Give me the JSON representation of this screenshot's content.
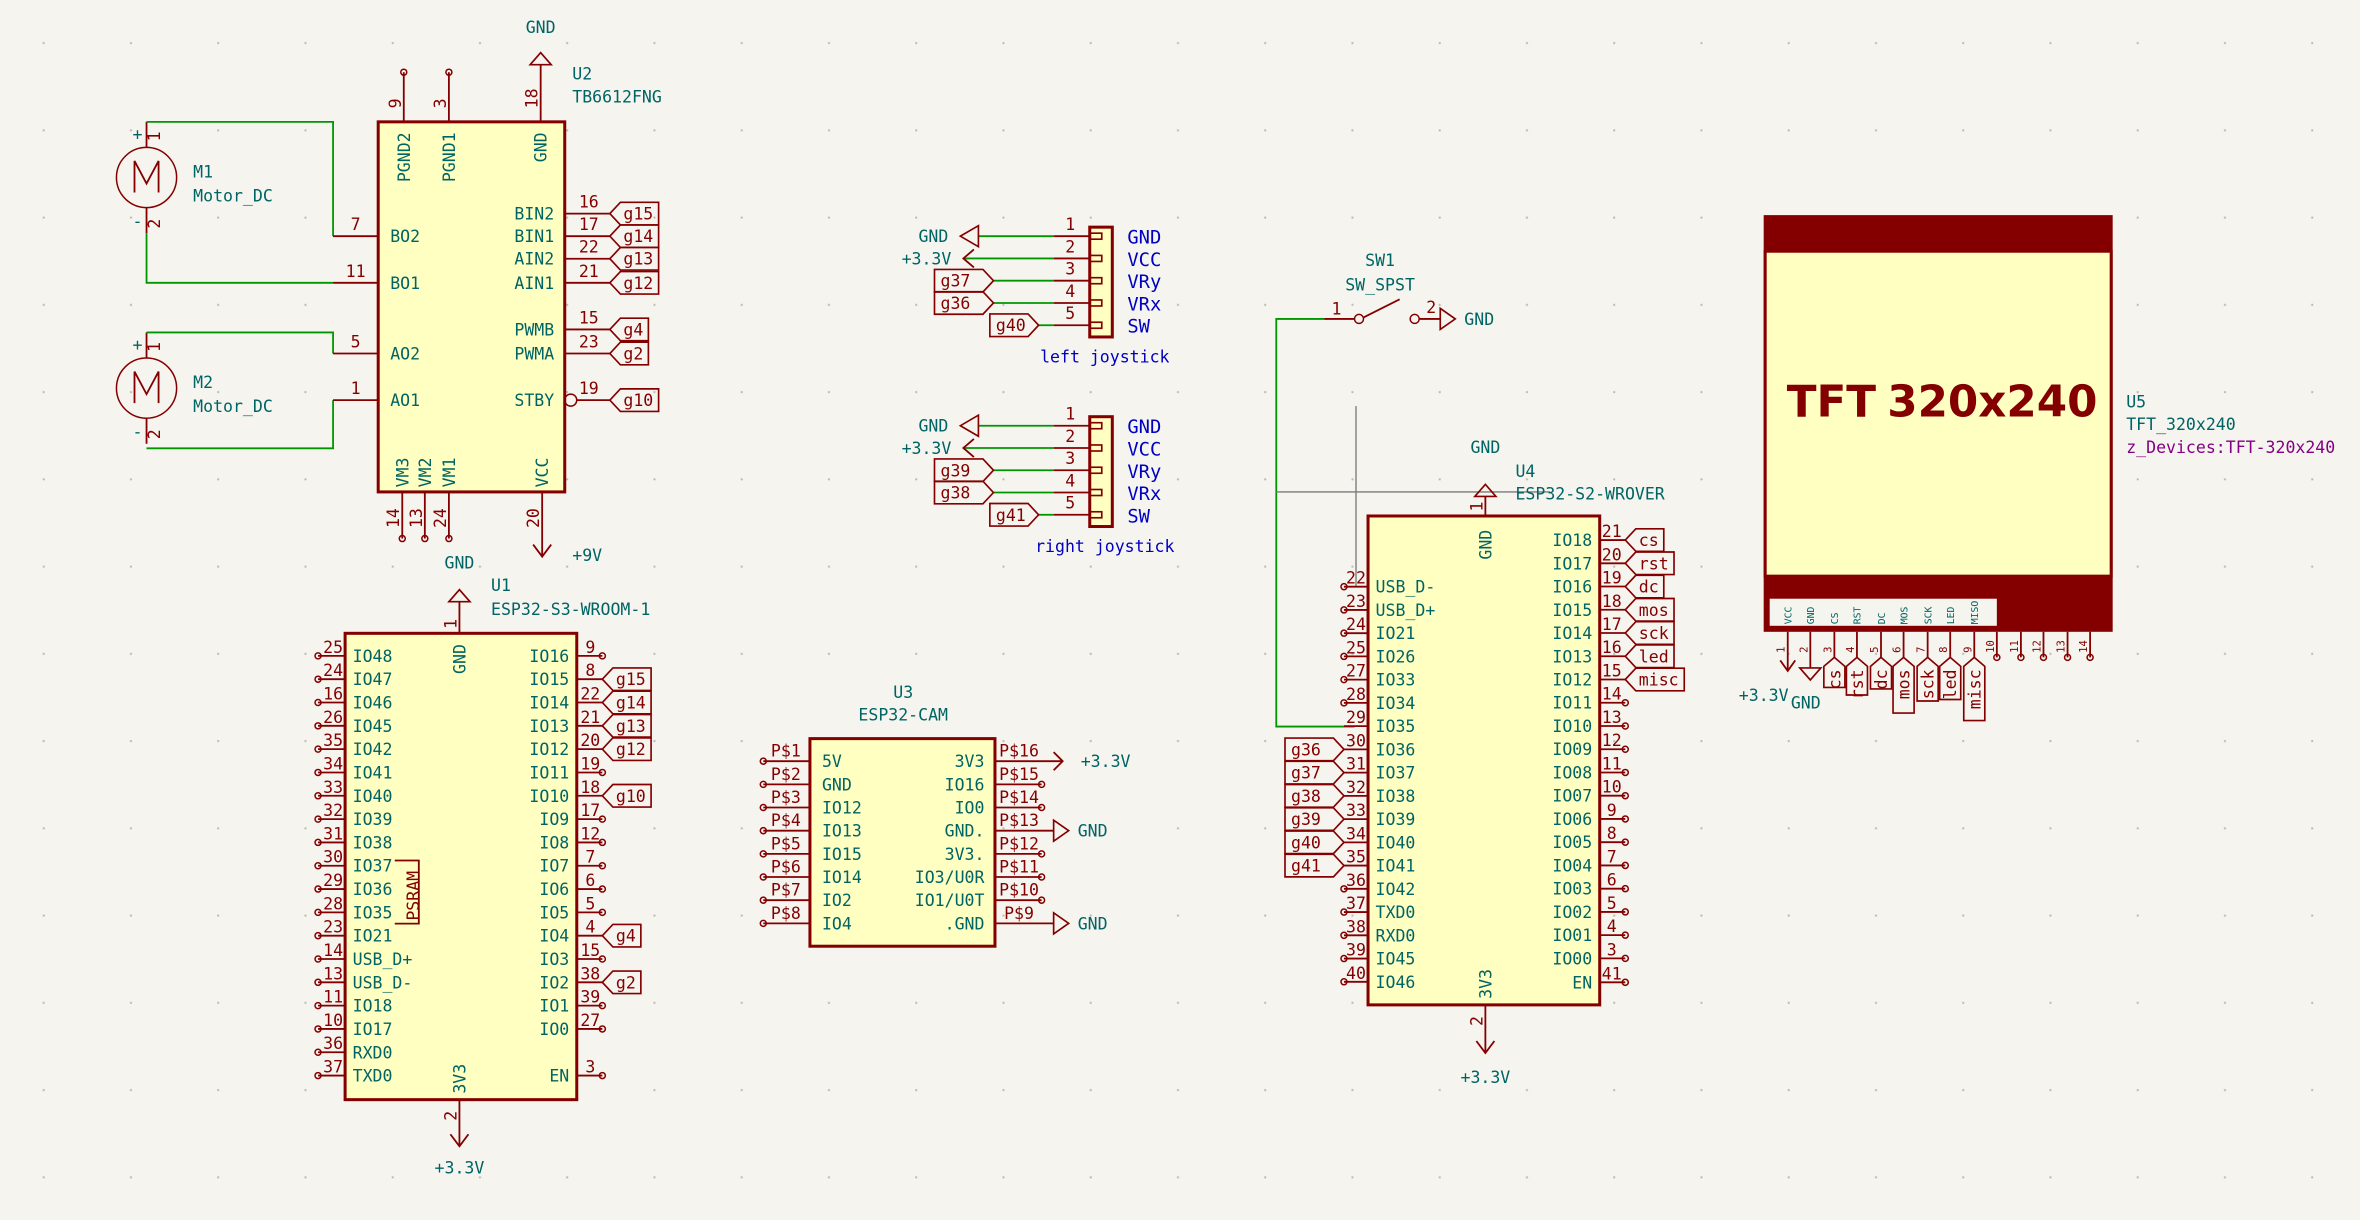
{
  "colors": {
    "background": "#f5f4ef",
    "component": "#840000",
    "fill": "#ffffc2",
    "text": "#006464",
    "wire": "#009600",
    "pin_label": "#0000c2",
    "footprint": "#840084"
  },
  "motors": [
    {
      "ref": "M1",
      "value": "Motor_DC",
      "plus": "+",
      "minus": "-",
      "pin1": "1",
      "pin2": "2"
    },
    {
      "ref": "M2",
      "value": "Motor_DC",
      "plus": "+",
      "minus": "-",
      "pin1": "1",
      "pin2": "2"
    }
  ],
  "u2": {
    "ref": "U2",
    "value": "TB6612FNG",
    "top": [
      {
        "n": "9",
        "p": "PGND2"
      },
      {
        "n": "3",
        "p": "PGND1"
      },
      {
        "n": "18",
        "p": "GND"
      }
    ],
    "top_power": "GND",
    "left": [
      {
        "n": "7",
        "p": "BO2"
      },
      {
        "n": "11",
        "p": "BO1"
      },
      {
        "n": "5",
        "p": "AO2"
      },
      {
        "n": "1",
        "p": "AO1"
      }
    ],
    "right": [
      {
        "n": "16",
        "p": "BIN2",
        "l": "g15"
      },
      {
        "n": "17",
        "p": "BIN1",
        "l": "g14"
      },
      {
        "n": "22",
        "p": "AIN2",
        "l": "g13"
      },
      {
        "n": "21",
        "p": "AIN1",
        "l": "g12"
      },
      {
        "n": "15",
        "p": "PWMB",
        "l": "g4"
      },
      {
        "n": "23",
        "p": "PWMA",
        "l": "g2"
      },
      {
        "n": "19",
        "p": "STBY",
        "l": "g10"
      }
    ],
    "bottom": [
      {
        "n": "14",
        "p": "VM3"
      },
      {
        "n": "13",
        "p": "VM2"
      },
      {
        "n": "24",
        "p": "VM1"
      },
      {
        "n": "20",
        "p": "VCC"
      }
    ],
    "bottom_power": "+9V"
  },
  "u1": {
    "ref": "U1",
    "value": "ESP32-S3-WROOM-1",
    "top": {
      "n": "1",
      "p": "GND"
    },
    "top_power": "GND",
    "bottom": {
      "n": "2",
      "p": "3V3"
    },
    "bottom_power": "+3.3V",
    "psram": "PSRAM",
    "left": [
      {
        "n": "25",
        "p": "IO48"
      },
      {
        "n": "24",
        "p": "IO47"
      },
      {
        "n": "16",
        "p": "IO46"
      },
      {
        "n": "26",
        "p": "IO45"
      },
      {
        "n": "35",
        "p": "IO42"
      },
      {
        "n": "34",
        "p": "IO41"
      },
      {
        "n": "33",
        "p": "IO40"
      },
      {
        "n": "32",
        "p": "IO39"
      },
      {
        "n": "31",
        "p": "IO38"
      },
      {
        "n": "30",
        "p": "IO37"
      },
      {
        "n": "29",
        "p": "IO36"
      },
      {
        "n": "28",
        "p": "IO35"
      },
      {
        "n": "23",
        "p": "IO21"
      },
      {
        "n": "14",
        "p": "USB_D+"
      },
      {
        "n": "13",
        "p": "USB_D-"
      },
      {
        "n": "11",
        "p": "IO18"
      },
      {
        "n": "10",
        "p": "IO17"
      },
      {
        "n": "36",
        "p": "RXD0"
      },
      {
        "n": "37",
        "p": "TXD0"
      }
    ],
    "right": [
      {
        "n": "9",
        "p": "IO16"
      },
      {
        "n": "8",
        "p": "IO15",
        "l": "g15"
      },
      {
        "n": "22",
        "p": "IO14",
        "l": "g14"
      },
      {
        "n": "21",
        "p": "IO13",
        "l": "g13"
      },
      {
        "n": "20",
        "p": "IO12",
        "l": "g12"
      },
      {
        "n": "19",
        "p": "IO11"
      },
      {
        "n": "18",
        "p": "IO10",
        "l": "g10"
      },
      {
        "n": "17",
        "p": "IO9"
      },
      {
        "n": "12",
        "p": "IO8"
      },
      {
        "n": "7",
        "p": "IO7"
      },
      {
        "n": "6",
        "p": "IO6"
      },
      {
        "n": "5",
        "p": "IO5"
      },
      {
        "n": "4",
        "p": "IO4",
        "l": "g4"
      },
      {
        "n": "15",
        "p": "IO3"
      },
      {
        "n": "38",
        "p": "IO2",
        "l": "g2"
      },
      {
        "n": "39",
        "p": "IO1"
      },
      {
        "n": "27",
        "p": "IO0"
      },
      {
        "n": "3",
        "p": "EN"
      }
    ]
  },
  "u3": {
    "ref": "U3",
    "value": "ESP32-CAM",
    "left": [
      {
        "n": "P$1",
        "p": "5V"
      },
      {
        "n": "P$2",
        "p": "GND"
      },
      {
        "n": "P$3",
        "p": "IO12"
      },
      {
        "n": "P$4",
        "p": "IO13"
      },
      {
        "n": "P$5",
        "p": "IO15"
      },
      {
        "n": "P$6",
        "p": "IO14"
      },
      {
        "n": "P$7",
        "p": "IO2"
      },
      {
        "n": "P$8",
        "p": "IO4"
      }
    ],
    "right": [
      {
        "n": "P$16",
        "p": "3V3",
        "pwr": "+3.3V"
      },
      {
        "n": "P$15",
        "p": "IO16"
      },
      {
        "n": "P$14",
        "p": "IO0"
      },
      {
        "n": "P$13",
        "p": "GND.",
        "gnd": "GND"
      },
      {
        "n": "P$12",
        "p": "3V3."
      },
      {
        "n": "P$11",
        "p": "IO3/U0R"
      },
      {
        "n": "P$10",
        "p": "IO1/U0T"
      },
      {
        "n": "P$9",
        "p": ".GND",
        "gnd": "GND"
      }
    ]
  },
  "joysticks": [
    {
      "caption": "left joystick",
      "pins": [
        {
          "n": "1",
          "name": "GND",
          "net": "GND",
          "kind": "gnd"
        },
        {
          "n": "2",
          "name": "VCC",
          "net": "+3.3V",
          "kind": "pwr"
        },
        {
          "n": "3",
          "name": "VRy",
          "net": "g37",
          "kind": "label"
        },
        {
          "n": "4",
          "name": "VRx",
          "net": "g36",
          "kind": "label"
        },
        {
          "n": "5",
          "name": "SW",
          "net": "g40",
          "kind": "label"
        }
      ]
    },
    {
      "caption": "right joystick",
      "pins": [
        {
          "n": "1",
          "name": "GND",
          "net": "GND",
          "kind": "gnd"
        },
        {
          "n": "2",
          "name": "VCC",
          "net": "+3.3V",
          "kind": "pwr"
        },
        {
          "n": "3",
          "name": "VRy",
          "net": "g39",
          "kind": "label"
        },
        {
          "n": "4",
          "name": "VRx",
          "net": "g38",
          "kind": "label"
        },
        {
          "n": "5",
          "name": "SW",
          "net": "g41",
          "kind": "label"
        }
      ]
    }
  ],
  "sw1": {
    "ref": "SW1",
    "value": "SW_SPST",
    "pin1": "1",
    "pin2": "2",
    "power": "GND"
  },
  "u4": {
    "ref": "U4",
    "value": "ESP32-S2-WROVER",
    "top": {
      "n": "1",
      "p": "GND"
    },
    "top_power": "GND",
    "bottom": {
      "n": "2",
      "p": "3V3"
    },
    "bottom_power": "+3.3V",
    "left": [
      {
        "n": "22",
        "p": "USB_D-"
      },
      {
        "n": "23",
        "p": "USB_D+"
      },
      {
        "n": "24",
        "p": "IO21"
      },
      {
        "n": "25",
        "p": "IO26"
      },
      {
        "n": "27",
        "p": "IO33"
      },
      {
        "n": "28",
        "p": "IO34"
      },
      {
        "n": "29",
        "p": "IO35"
      },
      {
        "n": "30",
        "p": "IO36",
        "l": "g36"
      },
      {
        "n": "31",
        "p": "IO37",
        "l": "g37"
      },
      {
        "n": "32",
        "p": "IO38",
        "l": "g38"
      },
      {
        "n": "33",
        "p": "IO39",
        "l": "g39"
      },
      {
        "n": "34",
        "p": "IO40",
        "l": "g40"
      },
      {
        "n": "35",
        "p": "IO41",
        "l": "g41"
      },
      {
        "n": "36",
        "p": "IO42"
      },
      {
        "n": "37",
        "p": "TXD0"
      },
      {
        "n": "38",
        "p": "RXD0"
      },
      {
        "n": "39",
        "p": "IO45"
      },
      {
        "n": "40",
        "p": "IO46"
      }
    ],
    "right": [
      {
        "n": "21",
        "p": "IO18",
        "l": "cs"
      },
      {
        "n": "20",
        "p": "IO17",
        "l": "rst"
      },
      {
        "n": "19",
        "p": "IO16",
        "l": "dc"
      },
      {
        "n": "18",
        "p": "IO15",
        "l": "mos"
      },
      {
        "n": "17",
        "p": "IO14",
        "l": "sck"
      },
      {
        "n": "16",
        "p": "IO13",
        "l": "led"
      },
      {
        "n": "15",
        "p": "IO12",
        "l": "misc"
      },
      {
        "n": "14",
        "p": "IO11"
      },
      {
        "n": "13",
        "p": "IO10"
      },
      {
        "n": "12",
        "p": "IO09"
      },
      {
        "n": "11",
        "p": "IO08"
      },
      {
        "n": "10",
        "p": "IO07"
      },
      {
        "n": "9",
        "p": "IO06"
      },
      {
        "n": "8",
        "p": "IO05"
      },
      {
        "n": "7",
        "p": "IO04"
      },
      {
        "n": "6",
        "p": "IO03"
      },
      {
        "n": "5",
        "p": "IO02"
      },
      {
        "n": "4",
        "p": "IO01"
      },
      {
        "n": "3",
        "p": "IO00"
      },
      {
        "n": "41",
        "p": "EN"
      }
    ]
  },
  "u5": {
    "ref": "U5",
    "value": "TFT_320x240",
    "footprint": "z_Devices:TFT-320x240",
    "body_left": "TFT",
    "body_right": "320x240",
    "pins": [
      {
        "n": "1",
        "p": "VCC",
        "pwr": "+3.3V"
      },
      {
        "n": "2",
        "p": "GND",
        "gnd": "GND"
      },
      {
        "n": "3",
        "p": "CS",
        "l": "cs"
      },
      {
        "n": "4",
        "p": "RST",
        "l": "rst"
      },
      {
        "n": "5",
        "p": "DC",
        "l": "dc"
      },
      {
        "n": "6",
        "p": "MOS",
        "l": "mos"
      },
      {
        "n": "7",
        "p": "SCK",
        "l": "sck"
      },
      {
        "n": "8",
        "p": "LED",
        "l": "led"
      },
      {
        "n": "9",
        "p": "MISO",
        "l": "misc"
      },
      {
        "n": "10"
      },
      {
        "n": "11"
      },
      {
        "n": "12"
      },
      {
        "n": "13"
      },
      {
        "n": "14"
      }
    ]
  }
}
